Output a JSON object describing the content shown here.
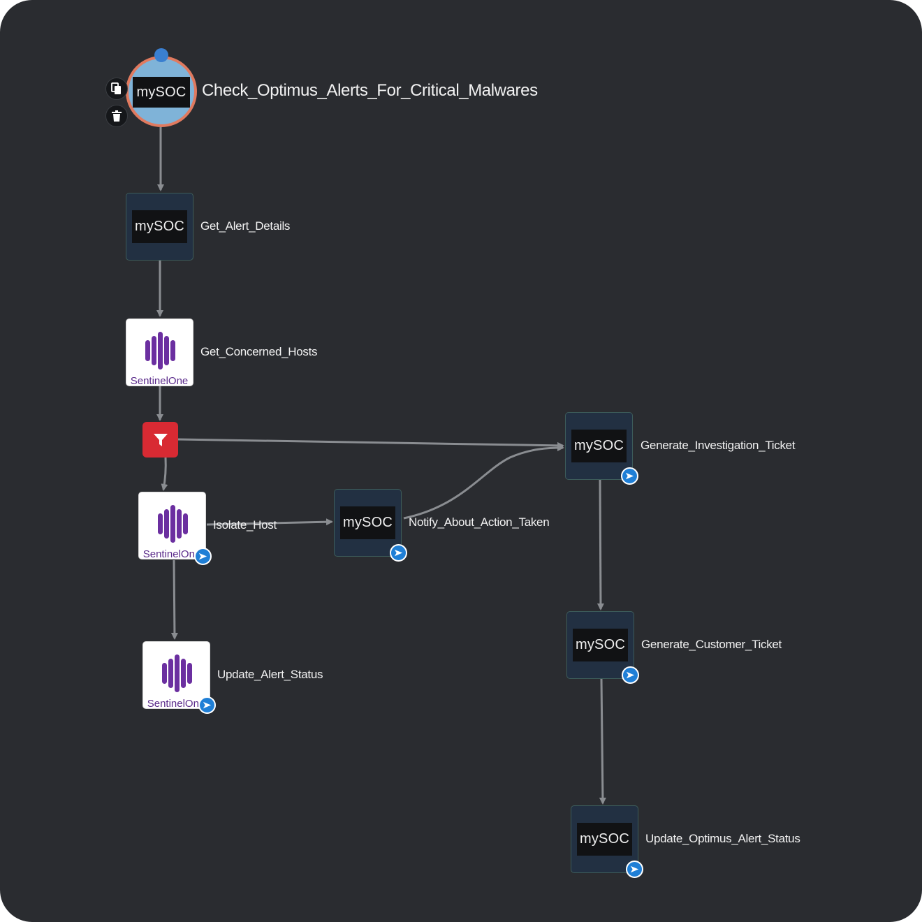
{
  "workflow": {
    "trigger": {
      "logo_text": "mySOC",
      "title": "Check_Optimus_Alerts_For_Critical_Malwares"
    },
    "nodes": {
      "get_alert_details": {
        "logo_text": "mySOC",
        "label": "Get_Alert_Details"
      },
      "get_concerned_hosts": {
        "logo_text": "SentinelOne",
        "label": "Get_Concerned_Hosts"
      },
      "isolate_host": {
        "logo_text": "SentinelOne",
        "label": "Isolate_Host"
      },
      "update_alert_status": {
        "logo_text": "SentinelOne",
        "label": "Update_Alert_Status"
      },
      "notify_about_action_taken": {
        "logo_text": "mySOC",
        "label": "Notify_About_Action_Taken"
      },
      "generate_investigation_ticket": {
        "logo_text": "mySOC",
        "label": "Generate_Investigation_Ticket"
      },
      "generate_customer_ticket": {
        "logo_text": "mySOC",
        "label": "Generate_Customer_Ticket"
      },
      "update_optimus_alert_status": {
        "logo_text": "mySOC",
        "label": "Update_Optimus_Alert_Status"
      }
    },
    "icons": {
      "copy": "copy-icon",
      "delete": "trash-icon",
      "filter": "filter-icon",
      "run": "arrow-right-icon"
    },
    "colors": {
      "canvas": "#2a2c30",
      "node_bg": "#223042",
      "trigger_ring": "#e07a5f",
      "trigger_fill": "#7fb3d8",
      "filter": "#d82a33",
      "badge": "#1f7fd6",
      "edge": "#8a8d91",
      "sentinelone_purple": "#6b2fa0"
    }
  }
}
